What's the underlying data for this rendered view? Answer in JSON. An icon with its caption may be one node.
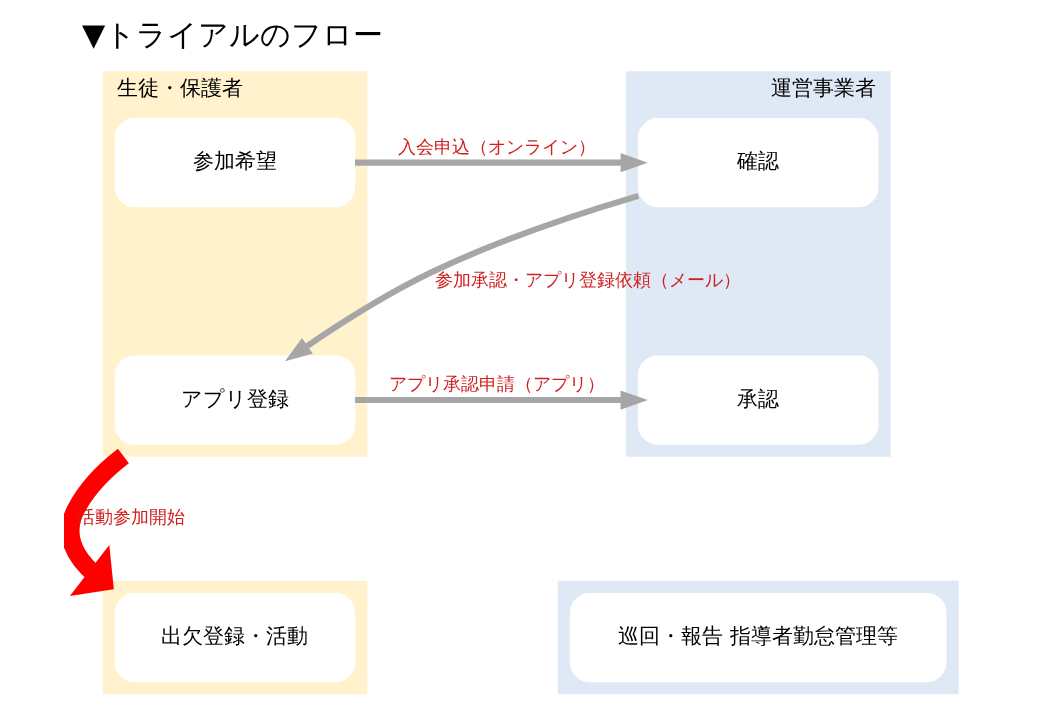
{
  "diagram": {
    "title": "▼トライアルのフロー",
    "nodes": [
      {
        "text": [
          "生徒・保護者"
        ]
      },
      {
        "text": [
          "参加希望"
        ],
        "in": 0
      },
      {
        "text": [
          "アプリ登録"
        ],
        "in": 0
      },
      {
        "text": [
          "運営事業者"
        ]
      },
      {
        "text": [
          "確認"
        ],
        "in": 3
      },
      {
        "text": [
          "承認"
        ],
        "in": 3
      },
      {
        "text": [],
        "shape": "box"
      },
      {
        "text": [
          "出欠登録・活動"
        ],
        "in": 6
      },
      {
        "text": [],
        "shape": "box"
      },
      {
        "text": [
          "巡回・報告 指導者勤怠管理等"
        ],
        "in": 8
      }
    ],
    "edges": [
      {
        "from": 1,
        "to": 4,
        "arrow": "to",
        "label": "入会申込（オンライン）"
      },
      {
        "from": 4,
        "to": 2,
        "arrow": "to",
        "label": "参加承認・アプリ登録依頼（メール）"
      },
      {
        "from": 2,
        "to": 5,
        "arrow": "to",
        "label": "アプリ承認申請（アプリ）"
      },
      {
        "from": 0,
        "to": 6,
        "arrow": "to",
        "label": "活動参加開始",
        "style": "thick",
        "color": "#ff0000"
      }
    ]
  }
}
